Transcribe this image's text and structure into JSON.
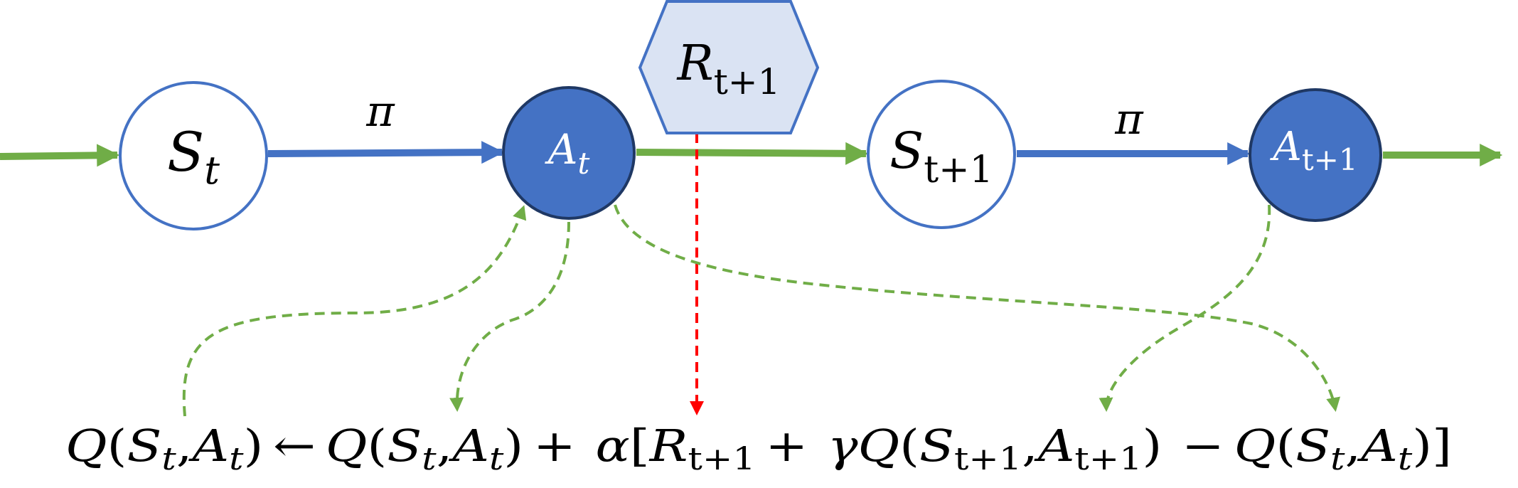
{
  "nodes": {
    "s_t": {
      "base": "S",
      "sub": "t"
    },
    "a_t": {
      "base": "A",
      "sub": "t"
    },
    "r_t1": {
      "base": "R",
      "sub": "t+1"
    },
    "s_t1": {
      "base": "S",
      "sub": "t+1"
    },
    "a_t1": {
      "base": "A",
      "sub": "t+1"
    }
  },
  "policy_labels": [
    "π",
    "π"
  ],
  "equation": {
    "lhs": {
      "q": "Q",
      "open": "(",
      "s": "S",
      "s_sub": "t",
      "comma": ",",
      "a": "A",
      "a_sub": "t",
      "close": ")"
    },
    "arrow": "←",
    "q_old": {
      "q": "Q",
      "open": "(",
      "s": "S",
      "s_sub": "t",
      "comma": ",",
      "a": "A",
      "a_sub": "t",
      "close": ")"
    },
    "plus1": "+",
    "alpha": "α",
    "lbracket": "[",
    "r": "R",
    "r_sub": "t+1",
    "plus2": "+",
    "gamma": "γ",
    "q_next": {
      "q": "Q",
      "open": "(",
      "s": "S",
      "s_sub": "t+1",
      "comma": ",",
      "a": "A",
      "a_sub": "t+1",
      "close": ")"
    },
    "minus": "−",
    "q_sub": {
      "q": "Q",
      "open": "(",
      "s": "S",
      "s_sub": "t",
      "comma": ",",
      "a": "A",
      "a_sub": "t",
      "close": ")"
    },
    "rbracket": "]"
  },
  "colors": {
    "state_fill": "#ffffff",
    "state_stroke": "#4472c4",
    "action_fill": "#4472c4",
    "action_stroke": "#1f3864",
    "reward_fill": "#dae3f3",
    "reward_stroke": "#4472c4",
    "policy_arrow": "#4472c4",
    "transition_arrow": "#70ad47",
    "reward_arrow": "#ff0000"
  }
}
